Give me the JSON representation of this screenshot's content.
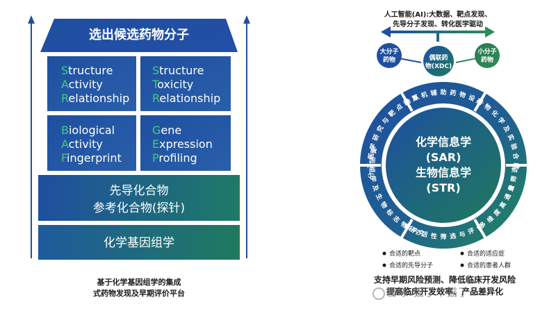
{
  "left": {
    "roof": "选出候选药物分子",
    "grid": [
      {
        "lines": [
          "Structure",
          "Activity",
          "Relationship"
        ]
      },
      {
        "lines": [
          "Structure",
          "Toxicity",
          "Relationship"
        ]
      },
      {
        "lines": [
          "Biological",
          "Activity",
          "Fingerprint"
        ]
      },
      {
        "lines": [
          "Gene",
          "Expression",
          "Profiling"
        ]
      }
    ],
    "lead": [
      "先导化合物",
      "参考化合物(探针)"
    ],
    "base": "化学基因组学",
    "caption": [
      "基于化学基因组学的集成",
      "式药物发现及早期评价平台"
    ]
  },
  "right": {
    "ai_title": [
      "人工智能(AI):大数据、靶点发现、",
      "先导分子发现、转化医学驱动"
    ],
    "big_molecule": [
      "大分子",
      "药物"
    ],
    "conjugate": [
      "偶联药",
      "物(XDC)"
    ],
    "small_molecule": [
      "小分子",
      "药物"
    ],
    "center": [
      "化学信息学",
      "(SAR)",
      "生物信息学",
      "(STR)"
    ],
    "ring": [
      "计算机辅助药物设计",
      "药物化学及实验合成",
      "多维度高通量筛选",
      "体内活性筛选与评价",
      "基因组学及生物标志物研究",
      "分子医学研究与靶点确认"
    ],
    "outcomes": [
      "合适的靶点",
      "合适的先导分子",
      "合适的适应症",
      "合适的患者人群"
    ],
    "caption": [
      "支持早期风险预测、降低临床开发风险",
      "提高临床开发效率、产品差异化"
    ]
  },
  "watermark": "雪球:猫了个猫了",
  "colors": {
    "blue": "#1e4fa0",
    "green": "#2e8b57",
    "dark_green": "#1f6b5a"
  }
}
